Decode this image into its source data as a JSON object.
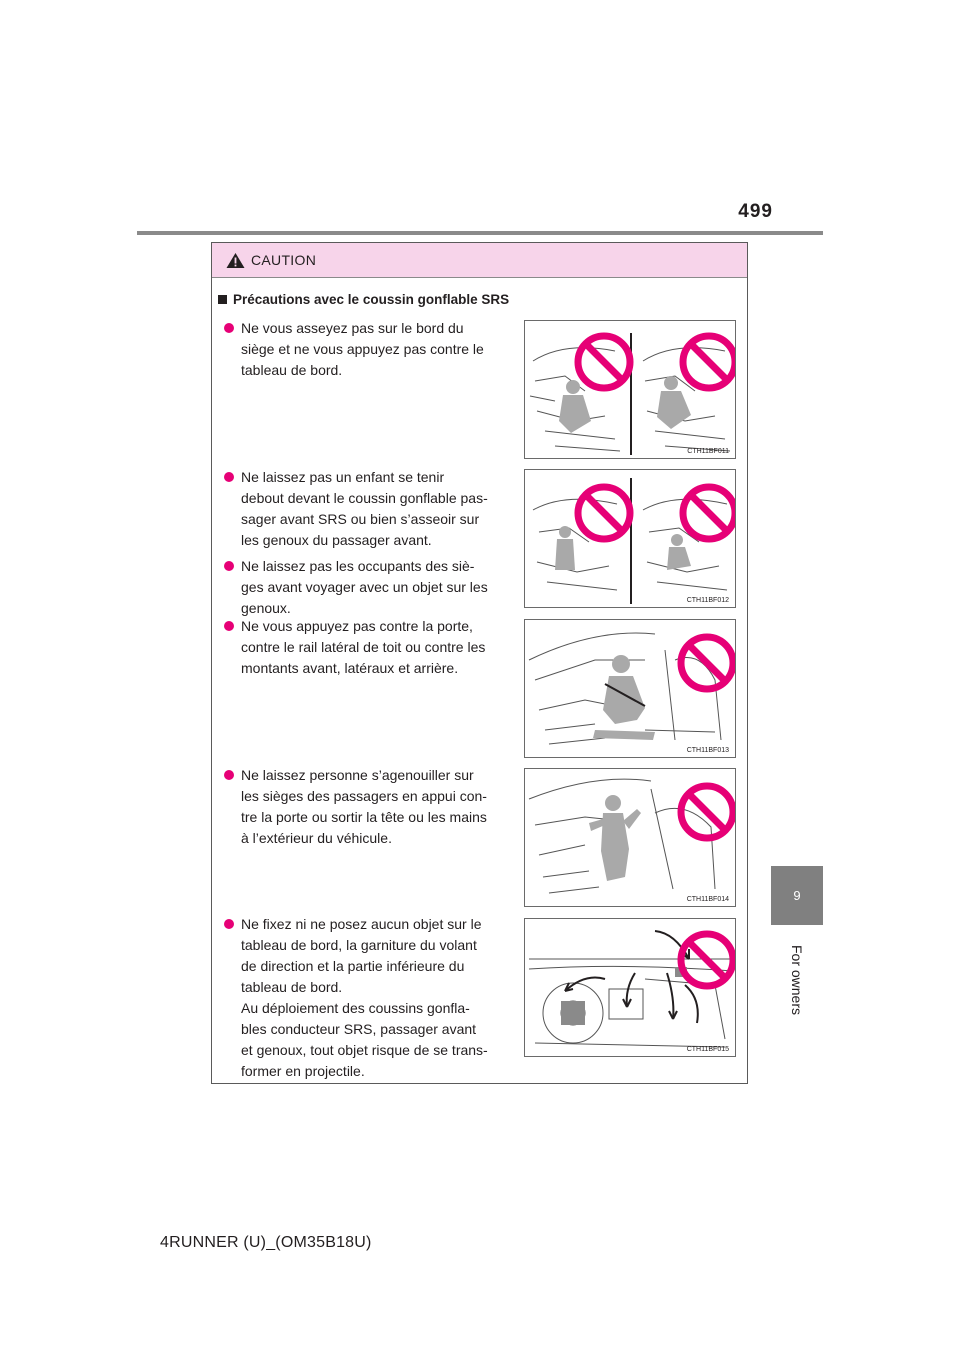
{
  "page_number": "499",
  "side_tab": {
    "number": "9",
    "label": "For owners"
  },
  "caution": {
    "header": "CAUTION",
    "section_title": "Précautions avec le coussin gonflable SRS",
    "bullets": [
      {
        "lines": [
          "Ne vous asseyez pas sur le bord du",
          "siège et ne vous appuyez pas contre le",
          "tableau de bord."
        ]
      },
      {
        "lines": [
          "Ne laissez pas un enfant se tenir",
          "debout devant le coussin gonflable pas-",
          "sager avant SRS ou bien s’asseoir sur",
          "les genoux du passager avant."
        ]
      },
      {
        "lines": [
          "Ne laissez pas les occupants des siè-",
          "ges avant voyager avec un objet sur les",
          "genoux."
        ]
      },
      {
        "lines": [
          "Ne vous appuyez pas contre la porte,",
          "contre le rail latéral de toit ou contre les",
          "montants avant, latéraux et arrière."
        ]
      },
      {
        "lines": [
          "Ne laissez personne s’agenouiller sur",
          "les sièges des passagers en appui con-",
          "tre la porte ou sortir la tête ou les mains",
          "à l’extérieur du véhicule."
        ]
      },
      {
        "lines": [
          "Ne fixez ni ne posez aucun objet sur le",
          "tableau de bord, la garniture du volant",
          "de direction et la partie inférieure du",
          "tableau de bord.",
          "Au déploiement des coussins gonfla-",
          "bles conducteur SRS, passager avant",
          "et genoux, tout objet risque de se trans-",
          "former en projectile."
        ]
      }
    ],
    "illustrations": [
      {
        "code": "CTH11BF011",
        "icon": "prohibition-icon"
      },
      {
        "code": "CTH11BF012",
        "icon": "prohibition-icon"
      },
      {
        "code": "CTH11BF013",
        "icon": "prohibition-icon"
      },
      {
        "code": "CTH11BF014",
        "icon": "prohibition-icon"
      },
      {
        "code": "CTH11BF015",
        "icon": "prohibition-icon"
      }
    ]
  },
  "footer": "4RUNNER (U)_(OM35B18U)",
  "colors": {
    "accent": "#e60076",
    "header_bg": "#f7d4ea",
    "rule": "#8a8a8a",
    "tab": "#808080"
  }
}
